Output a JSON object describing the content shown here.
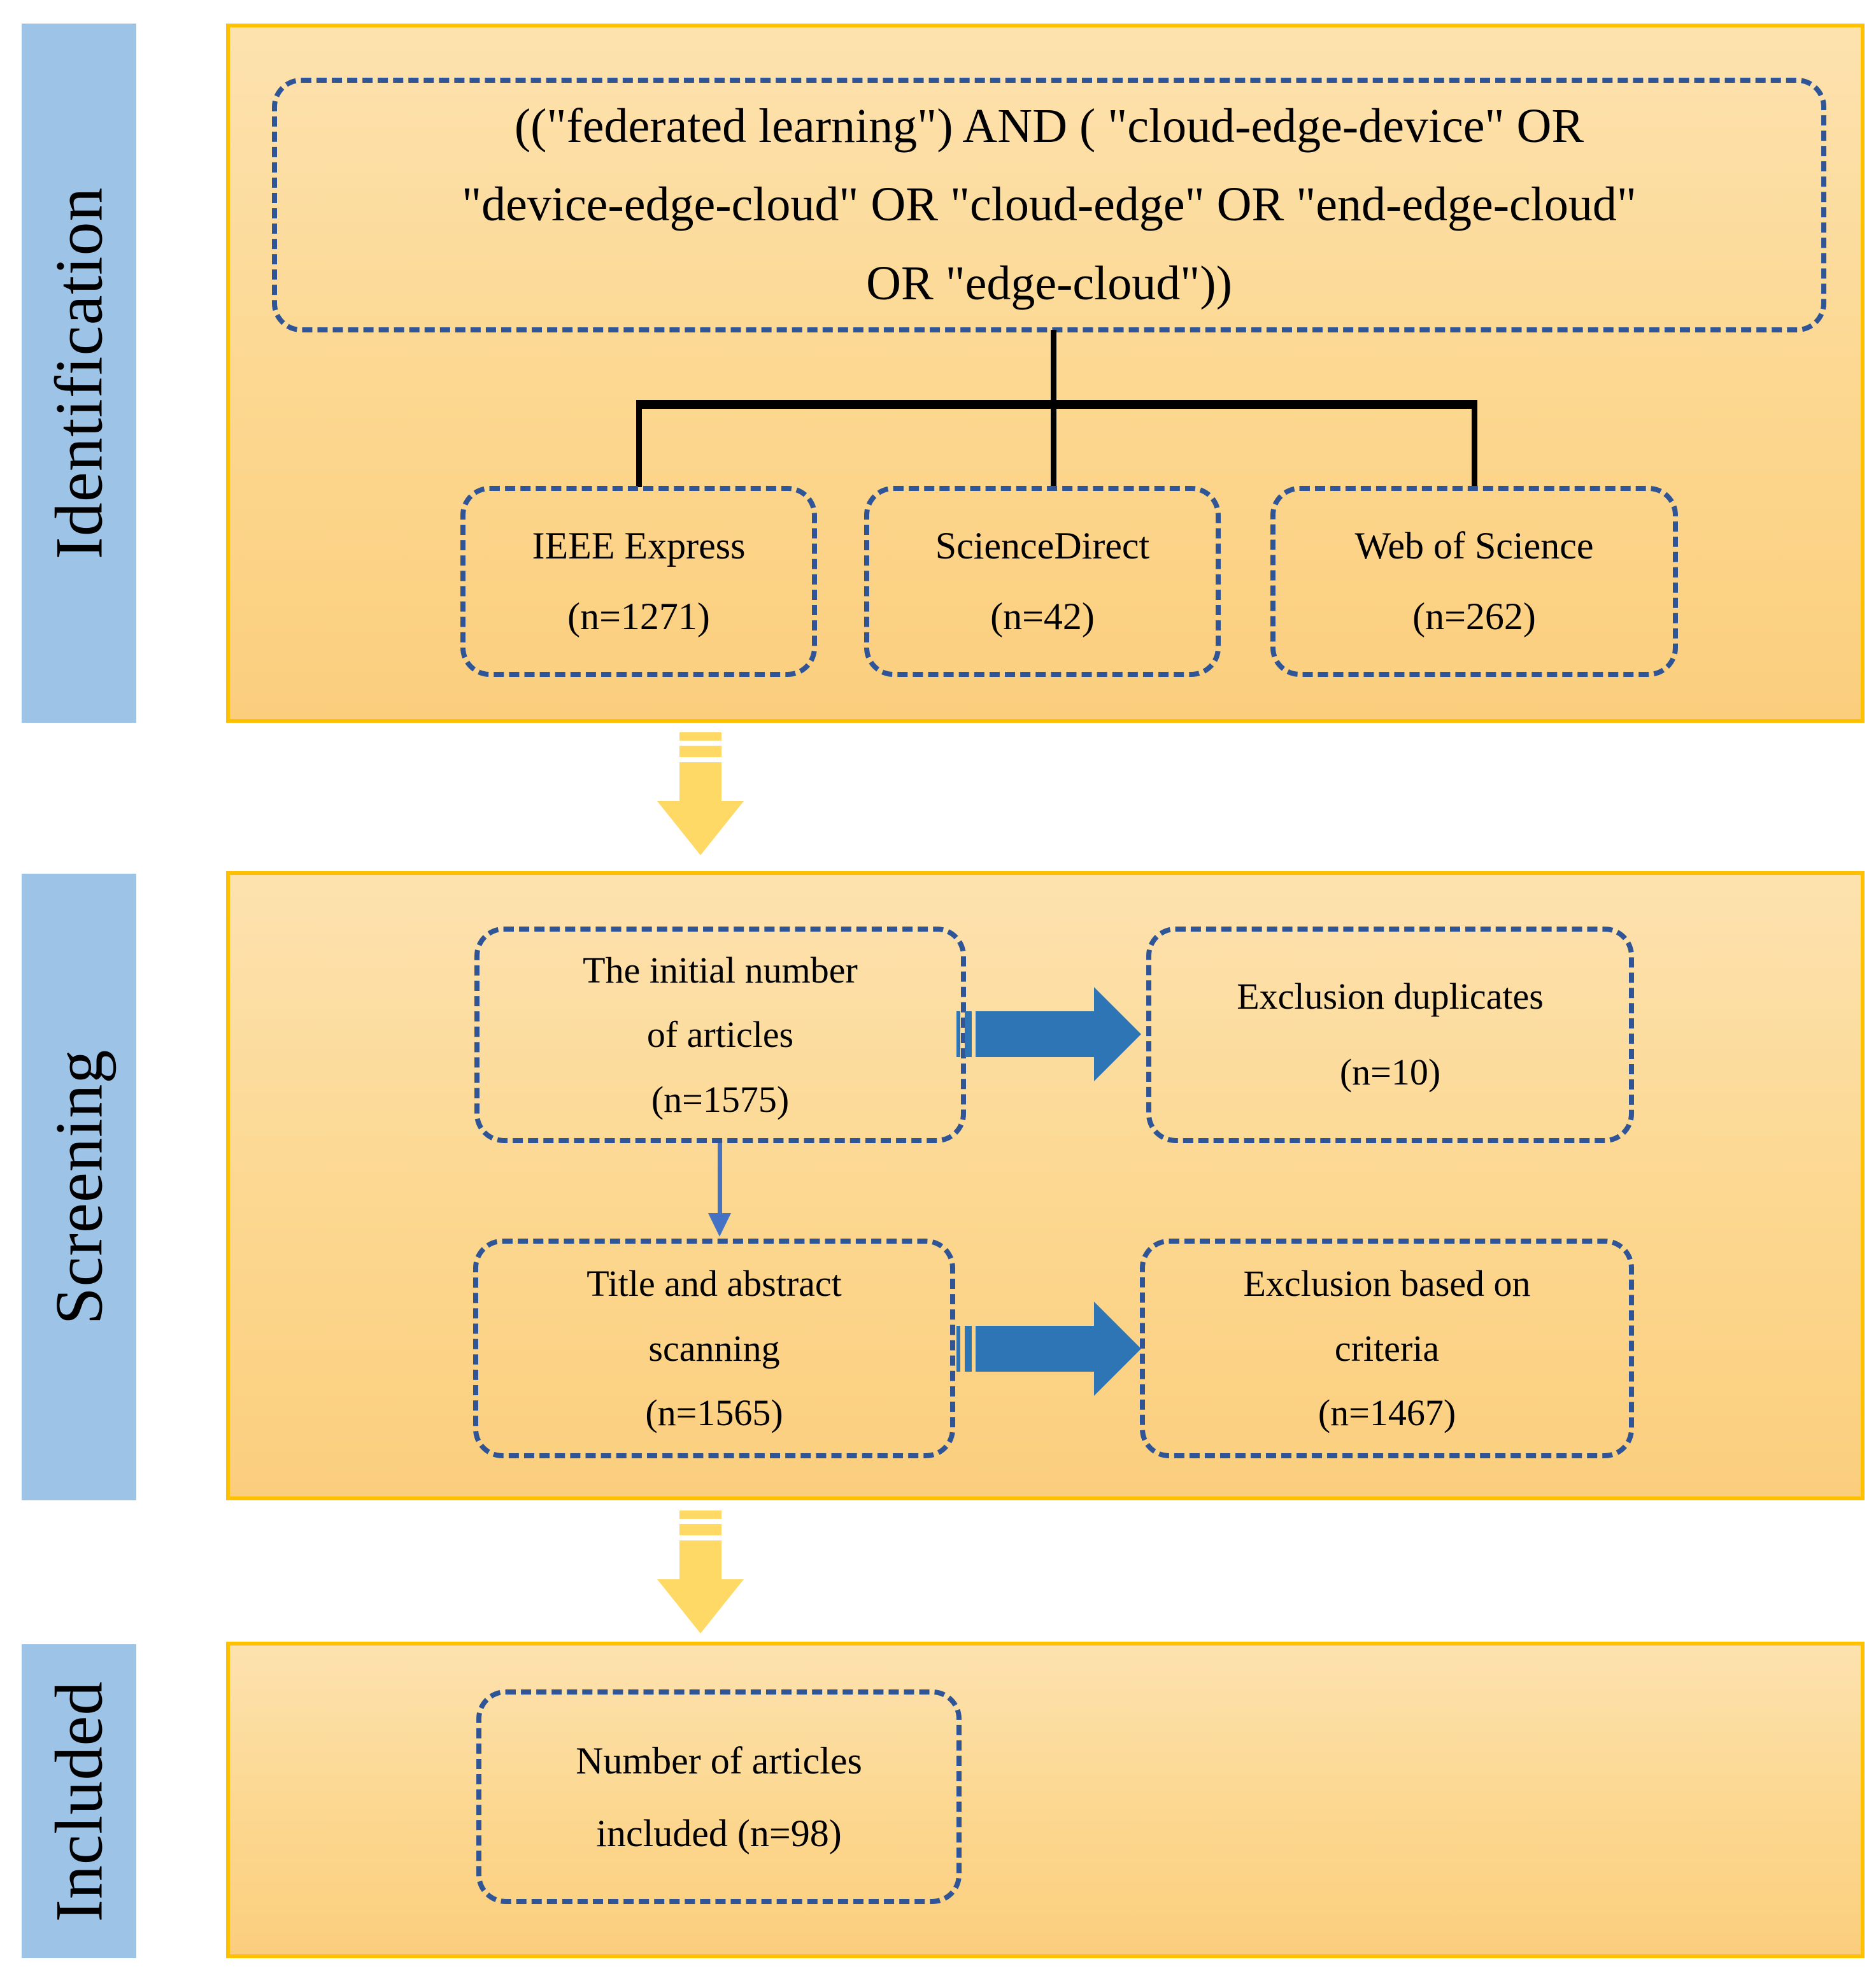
{
  "sidebar": {
    "stages": [
      {
        "label": "Identification"
      },
      {
        "label": "Screening"
      },
      {
        "label": "Included"
      }
    ]
  },
  "identification": {
    "query": {
      "line1": "((\"federated learning\") AND ( \"cloud-edge-device\" OR",
      "line2": "\"device-edge-cloud\" OR \"cloud-edge\" OR \"end-edge-cloud\"",
      "line3": "OR \"edge-cloud\"))"
    },
    "sources": [
      {
        "name": "IEEE Express",
        "count": "(n=1271)"
      },
      {
        "name": "ScienceDirect",
        "count": "(n=42)"
      },
      {
        "name": "Web of Science",
        "count": "(n=262)"
      }
    ]
  },
  "screening": {
    "initial": {
      "line1": "The initial number",
      "line2": "of articles",
      "line3": "(n=1575)"
    },
    "duplicates": {
      "line1": "Exclusion duplicates",
      "line2": "(n=10)"
    },
    "title_abstract": {
      "line1": "Title and abstract",
      "line2": "scanning",
      "line3": "(n=1565)"
    },
    "criteria": {
      "line1": "Exclusion based on",
      "line2": "criteria",
      "line3": "(n=1467)"
    }
  },
  "included": {
    "final": {
      "line1": "Number of articles",
      "line2": "included (n=98)"
    }
  },
  "colors": {
    "stage_bar": "#9DC3E6",
    "panel_border": "#FFC000",
    "panel_fill_top": "#FDE2AF",
    "panel_fill_bottom": "#FBCE7E",
    "dashed_border": "#2F5597",
    "block_arrow_blue": "#2E75B6",
    "thin_arrow_blue": "#4472C4",
    "down_arrow_yellow": "#FFD966",
    "connector_black": "#000000"
  }
}
